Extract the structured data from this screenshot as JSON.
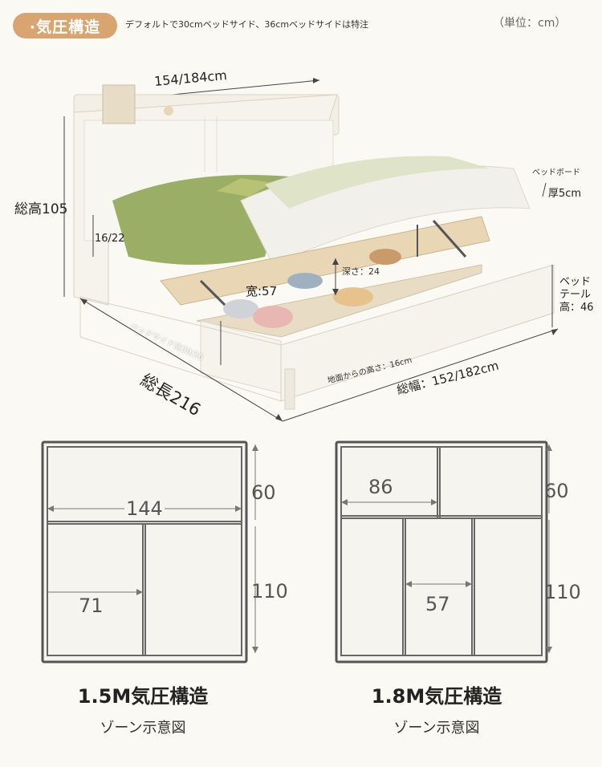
{
  "header": {
    "badge": "·気圧構造",
    "note": "デフォルトで30cmベッドサイド、36cmベッドサイドは特注",
    "unit": "（単位：cm）"
  },
  "photo_labels": {
    "top_width": "154/184cm",
    "total_height": "総高105",
    "headboard_step": "16/22",
    "headboard_thickness_line1": "ベッドボード",
    "headboard_thickness_line2": "厚5cm",
    "depth": "深さ：24",
    "inner_width": "宽:57",
    "side_height": "ベッドサイド高30/36",
    "total_length": "総長216",
    "ground_clearance": "地面からの高さ：16cm",
    "total_width": "総幅：152/182cm",
    "footboard_line1": "ベッド",
    "footboard_line2": "テール",
    "footboard_line3": "高：46"
  },
  "diagram_left": {
    "title": "1.5M気圧構造",
    "subtitle": "ゾーン示意図",
    "width_label": "144",
    "zone_label": "71",
    "top_depth": "60",
    "bottom_depth": "110"
  },
  "diagram_right": {
    "title": "1.8M気圧構造",
    "subtitle": "ゾーン示意図",
    "top_zone_label": "86",
    "zone_label": "57",
    "top_depth": "60",
    "bottom_depth": "110"
  },
  "colors": {
    "accent": "#d8a46f",
    "frame": "#f4f1ea",
    "outline": "#555555",
    "blanket": "#8ea45a"
  }
}
